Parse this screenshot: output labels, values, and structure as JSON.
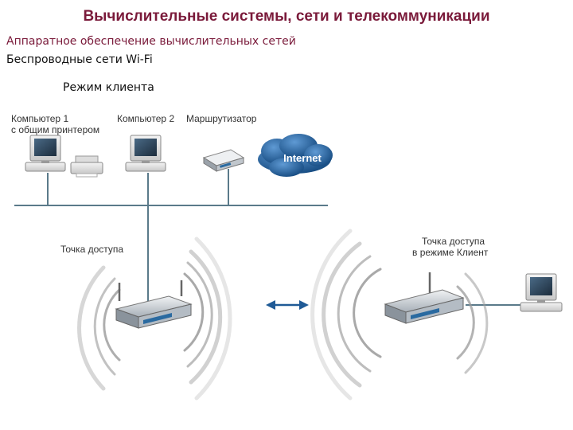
{
  "header": {
    "title": "Вычислительные системы, сети и телекоммуникации",
    "subtitle": "Аппаратное обеспечение вычислительных сетей",
    "section": "Беспроводные сети Wi-Fi",
    "mode": "Режим клиента"
  },
  "diagram": {
    "computer1_line1": "Компьютер 1",
    "computer1_line2": "с общим принтером",
    "computer2": "Компьютер 2",
    "router": "Маршрутизатор",
    "cloud": "Internet",
    "ap_left": "Точка доступа",
    "ap_right_line1": "Точка доступа",
    "ap_right_line2": "в режиме Клиент"
  },
  "colors": {
    "title": "#7a1a3a",
    "network_line": "#5a7a8a",
    "cloud": "#1f5a96",
    "arrow": "#1f5a96"
  }
}
